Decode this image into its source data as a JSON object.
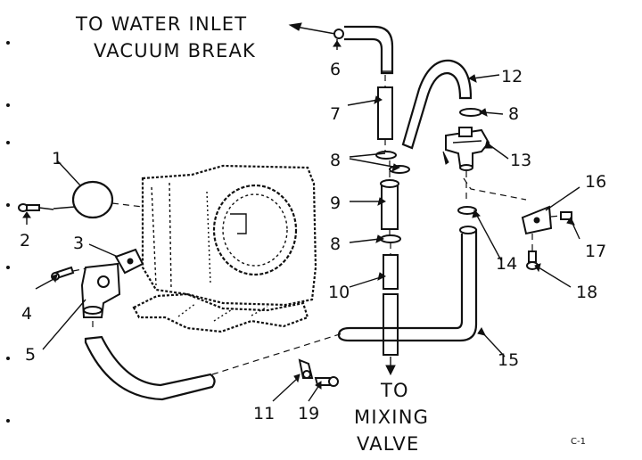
{
  "labels": {
    "water_inlet_line1": "TO WATER INLET",
    "water_inlet_line2": "VACUUM BREAK",
    "mixing_line1": "TO",
    "mixing_line2": "MIXING",
    "mixing_line3": "VALVE",
    "corner_code": "C-1"
  },
  "callouts": {
    "c1": "1",
    "c2": "2",
    "c3": "3",
    "c4": "4",
    "c5": "5",
    "c6": "6",
    "c7": "7",
    "c8a": "8",
    "c8b": "8",
    "c8c": "8",
    "c9": "9",
    "c10": "10",
    "c11": "11",
    "c12": "12",
    "c13": "13",
    "c14": "14",
    "c15": "15",
    "c16": "16",
    "c17": "17",
    "c18": "18",
    "c19": "19"
  }
}
